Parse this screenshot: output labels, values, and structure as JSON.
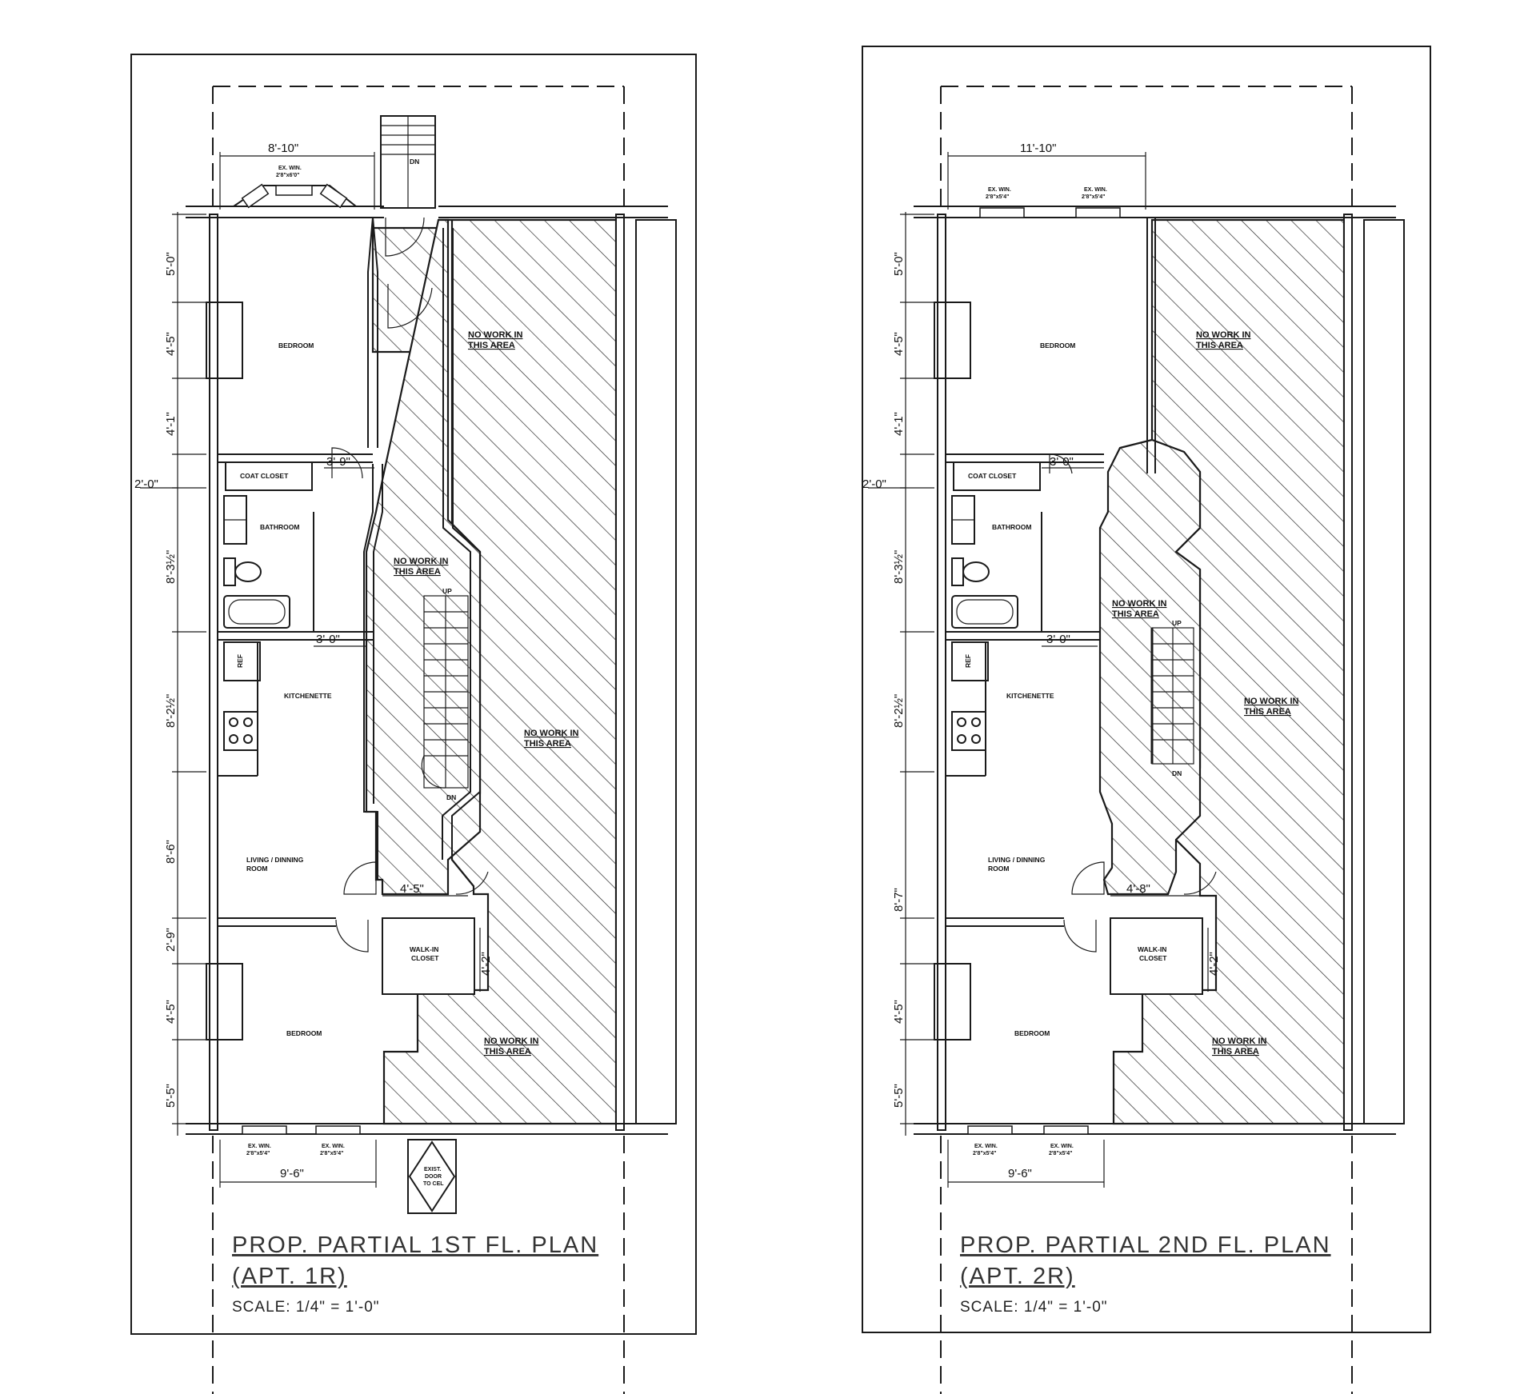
{
  "plans": [
    {
      "title": "PROP. PARTIAL 1ST FL. PLAN",
      "subtitle": "(APT. 1R)",
      "scale": "SCALE: 1/4\" = 1'-0\"",
      "rooms": {
        "bedroom_front": "BEDROOM",
        "coat_closet": "COAT CLOSET",
        "bathroom": "BATHROOM",
        "ref": "REF",
        "kitchenette": "KITCHENETTE",
        "living": "LIVING / DINNING",
        "living2": "ROOM",
        "walkin": "WALK-IN",
        "walkin2": "CLOSET",
        "bedroom_rear": "BEDROOM",
        "stair_up": "UP",
        "stair_dn": "DN",
        "stair_top_dn": "DN"
      },
      "no_work": [
        "NO WORK IN",
        "THIS AREA"
      ],
      "windows": {
        "front_line1": "EX. WIN.",
        "front_line2": "2'8\"x6'0\"",
        "rear_line1": "EX. WIN.",
        "rear_line2": "2'8\"x5'4\""
      },
      "exit_sign": [
        "EXIST.",
        "DOOR",
        "TO CEL"
      ],
      "dims": {
        "top": "8'-10\"",
        "bottom": "9'-6\"",
        "door1": "3'-9\"",
        "door2": "3'-0\"",
        "hall": "4'-5\"",
        "closet": "4'-2\"",
        "left": [
          "5'-0\"",
          "4'-5\"",
          "4'-1\"",
          "2'-0\"",
          "8'-3½\"",
          "8'-2½\"",
          "8'-6\"",
          "2'-9\"",
          "4'-5\"",
          "5'-5\""
        ]
      }
    },
    {
      "title": "PROP. PARTIAL 2ND FL. PLAN",
      "subtitle": "(APT. 2R)",
      "scale": "SCALE: 1/4\" = 1'-0\"",
      "rooms": {
        "bedroom_front": "BEDROOM",
        "coat_closet": "COAT CLOSET",
        "bathroom": "BATHROOM",
        "ref": "REF",
        "kitchenette": "KITCHENETTE",
        "living": "LIVING / DINNING",
        "living2": "ROOM",
        "walkin": "WALK-IN",
        "walkin2": "CLOSET",
        "bedroom_rear": "BEDROOM",
        "stair_up": "UP",
        "stair_dn": "DN"
      },
      "no_work": [
        "NO WORK IN",
        "THIS AREA"
      ],
      "windows": {
        "front_line1": "EX. WIN.",
        "front_line2": "2'8\"x5'4\"",
        "rear_line1": "EX. WIN.",
        "rear_line2": "2'8\"x5'4\""
      },
      "dims": {
        "top": "11'-10\"",
        "bottom": "9'-6\"",
        "door1": "3'-0\"",
        "door2": "3'-0\"",
        "hall": "4'-8\"",
        "closet": "4'-2\"",
        "left": [
          "5'-0\"",
          "4'-5\"",
          "4'-1\"",
          "2'-0\"",
          "8'-3½\"",
          "8'-2½\"",
          "8'-7\"",
          "4'-5\"",
          "5'-5\""
        ]
      }
    }
  ],
  "colors": {
    "line": "#1a1a1a",
    "title": "#333333",
    "background": "#ffffff"
  }
}
